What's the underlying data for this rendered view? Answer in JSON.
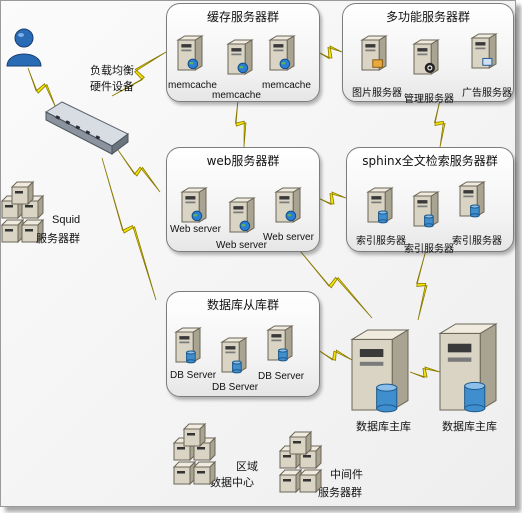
{
  "groups": {
    "cache": {
      "title": "缓存服务器群",
      "servers": [
        "memcache",
        "memcache",
        "memcache"
      ]
    },
    "multi": {
      "title": "多功能服务器群",
      "servers": [
        "图片服务器",
        "管理服务器",
        "广告服务器"
      ]
    },
    "web": {
      "title": "web服务器群",
      "servers": [
        "Web server",
        "Web server",
        "Web server"
      ]
    },
    "sphinx": {
      "title": "sphinx全文检索服务器群",
      "servers": [
        "索引服务器",
        "索引服务器",
        "索引服务器"
      ]
    },
    "slave": {
      "title": "数据库从库群",
      "servers": [
        "DB Server",
        "DB Server",
        "DB Server"
      ]
    }
  },
  "load_balancer": {
    "line1": "负载均衡",
    "line2": "硬件设备"
  },
  "squid": {
    "line1": "Squid",
    "line2": "服务器群"
  },
  "master_db": [
    "数据库主库",
    "数据库主库"
  ],
  "regional": {
    "line1": "区域",
    "line2": "数据中心"
  },
  "middleware": {
    "line1": "中间件",
    "line2": "服务器群"
  },
  "colors": {
    "lightning": "#f5e400",
    "globe": "#2a7fd4",
    "db_cylinder": "#3f8fcf",
    "user": "#1f5fa8"
  }
}
